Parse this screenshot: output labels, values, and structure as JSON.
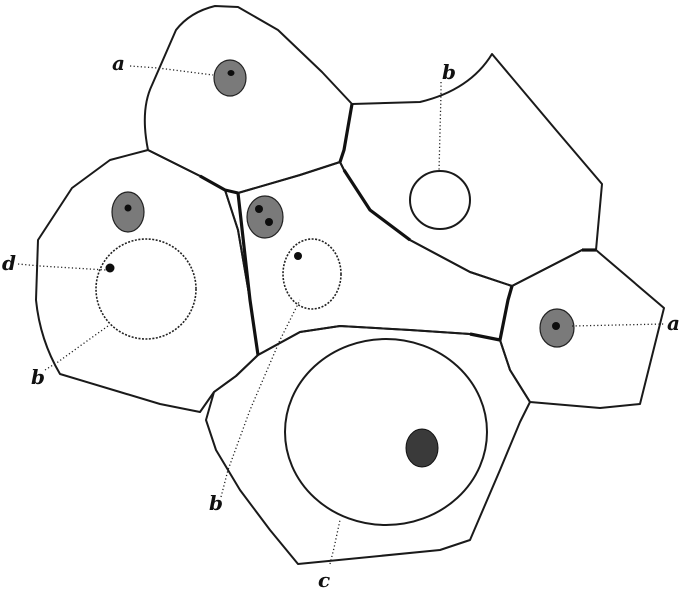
{
  "labels": {
    "a_top": "a",
    "b_top": "b",
    "d_left": "d",
    "b_left": "b",
    "a_right": "a",
    "b_bottom": "b",
    "c_bottom": "c"
  }
}
